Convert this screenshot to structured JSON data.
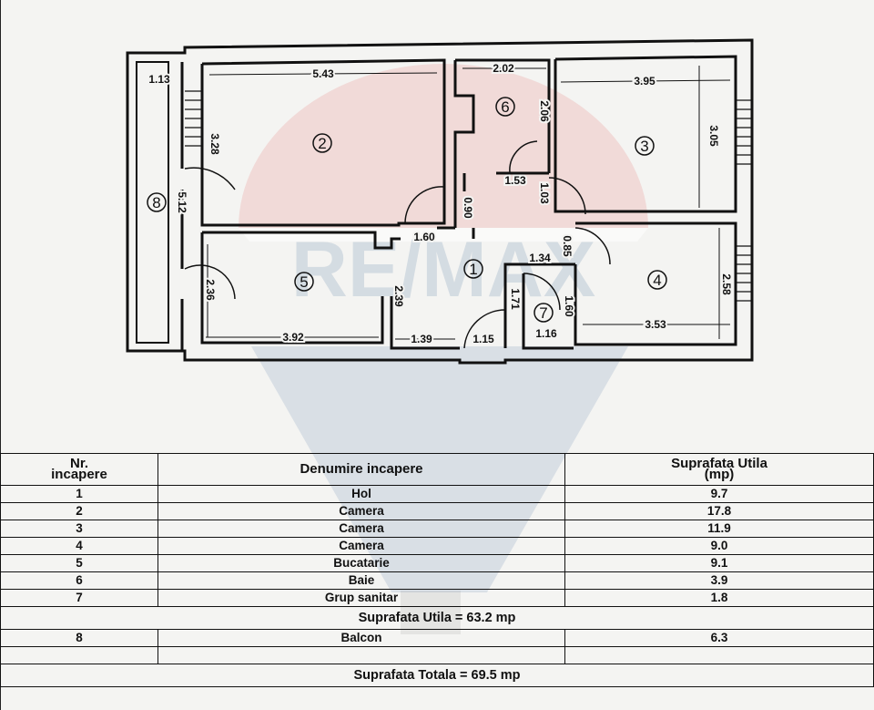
{
  "watermark": {
    "brand": "RE/MAX",
    "color_red": "#e2302f",
    "color_blue": "#1a4e8a"
  },
  "plan": {
    "rooms": [
      {
        "id": "1"
      },
      {
        "id": "2"
      },
      {
        "id": "3"
      },
      {
        "id": "4"
      },
      {
        "id": "5"
      },
      {
        "id": "6"
      },
      {
        "id": "7"
      },
      {
        "id": "8"
      }
    ],
    "dimensions": [
      "1.13",
      "5.43",
      "2.02",
      "3.95",
      "3.28",
      "2.06",
      "3.05",
      "1.53",
      "1.03",
      "0.90",
      "5.12",
      "1.60",
      "0.85",
      "1.34",
      "2.39",
      "2.36",
      "1.71",
      "1.60",
      "2.58",
      "3.53",
      "3.92",
      "1.39",
      "1.15",
      "1.16"
    ]
  },
  "table": {
    "headers": {
      "nr_line1": "Nr.",
      "nr_line2": "incapere",
      "name": "Denumire incapere",
      "area_line1": "Suprafata Utila",
      "area_line2": "(mp)"
    },
    "rows": [
      {
        "nr": "1",
        "name": "Hol",
        "area": "9.7"
      },
      {
        "nr": "2",
        "name": "Camera",
        "area": "17.8"
      },
      {
        "nr": "3",
        "name": "Camera",
        "area": "11.9"
      },
      {
        "nr": "4",
        "name": "Camera",
        "area": "9.0"
      },
      {
        "nr": "5",
        "name": "Bucatarie",
        "area": "9.1"
      },
      {
        "nr": "6",
        "name": "Baie",
        "area": "3.9"
      },
      {
        "nr": "7",
        "name": "Grup sanitar",
        "area": "1.8"
      }
    ],
    "useful_total": "Suprafata Utila = 63.2 mp",
    "extra_rows": [
      {
        "nr": "8",
        "name": "Balcon",
        "area": "6.3"
      }
    ],
    "grand_total": "Suprafata Totala = 69.5 mp"
  }
}
